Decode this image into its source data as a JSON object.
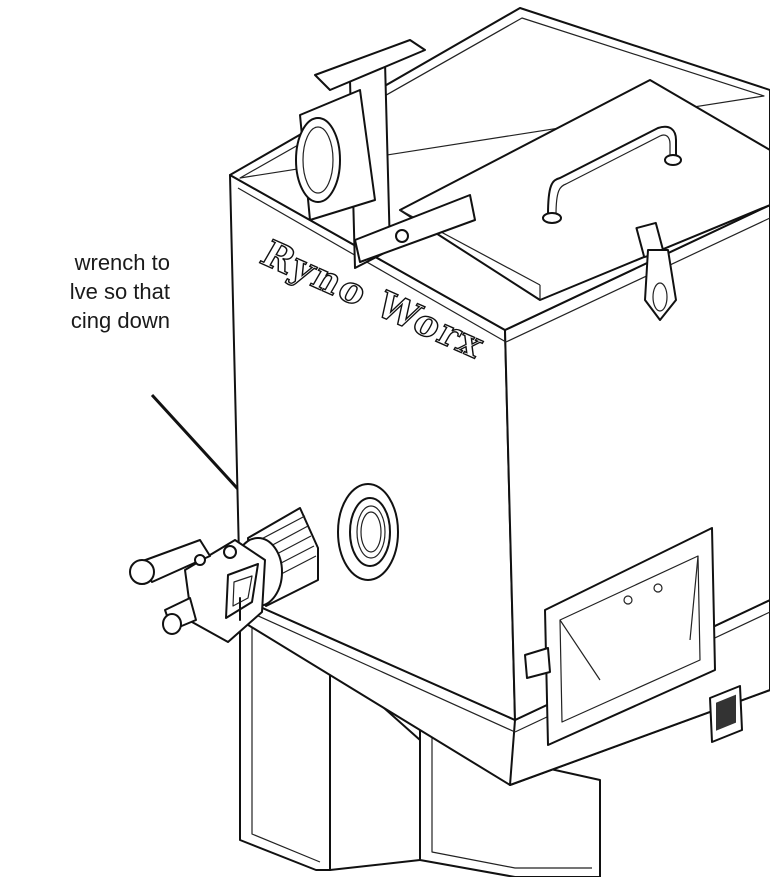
{
  "callout": {
    "lines": [
      "wrench to",
      "lve so that",
      "cing down"
    ]
  },
  "brand": {
    "text": "Ryno Worx"
  },
  "icons": {
    "machine": "industrial-hopper-drawing",
    "valve": "ball-valve-icon",
    "nameplate": "nameplate-icon"
  }
}
